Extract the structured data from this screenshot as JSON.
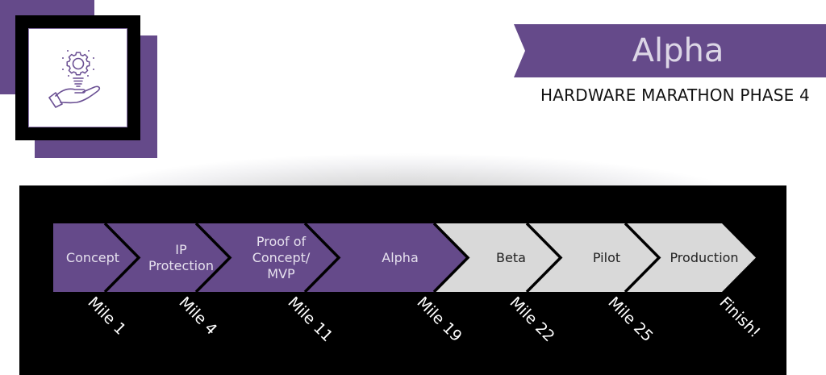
{
  "banner": {
    "title": "Alpha",
    "subtitle": "HARDWARE MARATHON PHASE 4"
  },
  "icon": {
    "name": "hand-lightbulb-gear-icon"
  },
  "colors": {
    "completed": "#654a8a",
    "pending": "#d9d9d9",
    "panel": "#000000",
    "accent": "#654a8a"
  },
  "timeline": {
    "current_phase": "Alpha",
    "steps": [
      {
        "label": "Concept",
        "lines": [
          "Concept"
        ],
        "status": "completed",
        "milestone": "Mile 1"
      },
      {
        "label": "IP Protection",
        "lines": [
          "IP",
          "Protection"
        ],
        "status": "completed",
        "milestone": "Mile 4"
      },
      {
        "label": "Proof of Concept/ MVP",
        "lines": [
          "Proof of",
          "Concept/",
          "MVP"
        ],
        "status": "completed",
        "milestone": "Mile 11"
      },
      {
        "label": "Alpha",
        "lines": [
          "Alpha"
        ],
        "status": "completed",
        "milestone": "Mile 19"
      },
      {
        "label": "Beta",
        "lines": [
          "Beta"
        ],
        "status": "pending",
        "milestone": "Mile 22"
      },
      {
        "label": "Pilot",
        "lines": [
          "Pilot"
        ],
        "status": "pending",
        "milestone": "Mile 25"
      },
      {
        "label": "Production",
        "lines": [
          "Production"
        ],
        "status": "pending",
        "milestone": "Finish!"
      }
    ]
  }
}
